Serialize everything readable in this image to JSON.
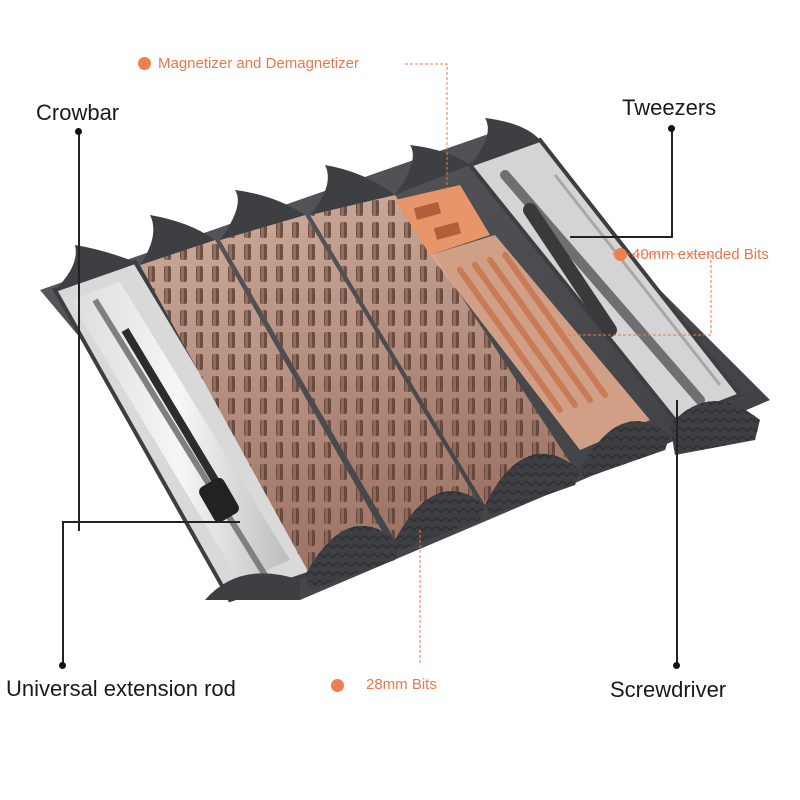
{
  "callouts": {
    "crowbar": "Crowbar",
    "magnetizer": "Magnetizer and Demagnetizer",
    "tweezers": "Tweezers",
    "extended_bits": "40mm extended Bits",
    "extension_rod": "Universal extension rod",
    "bits_28mm": "28mm Bits",
    "screwdriver": "Screwdriver"
  },
  "colors": {
    "accent_orange": "#ee7f4f",
    "case_gray": "#4a4b4e",
    "tray_brown": "#b88f80",
    "label_text": "#1a1a1a"
  }
}
